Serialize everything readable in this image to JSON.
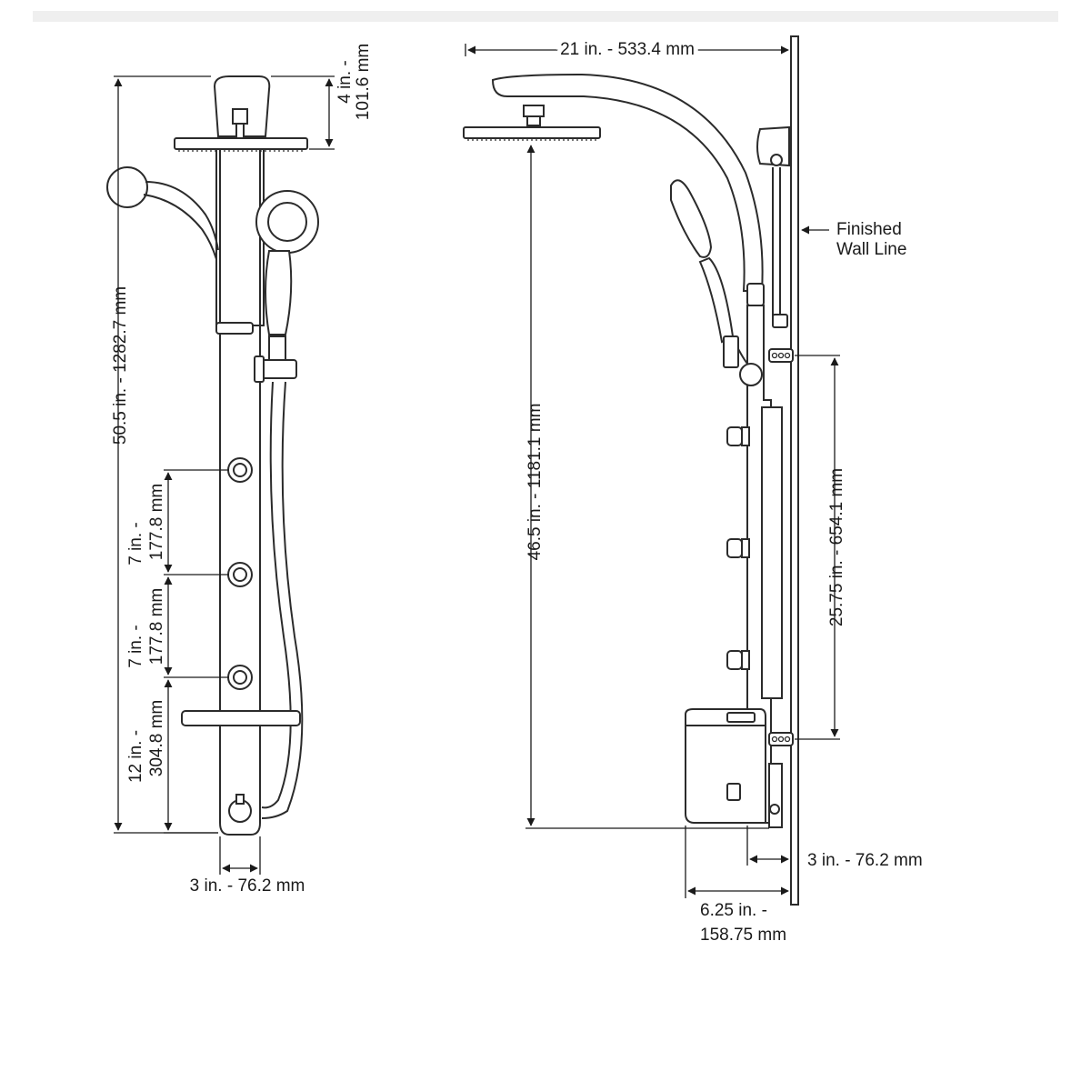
{
  "front_view": {
    "overall_height": {
      "line1": "50.5 in. - 1282.7 mm"
    },
    "head_height": {
      "line1": "4 in. -",
      "line2": "101.6 mm"
    },
    "jet_spacing_1": {
      "line1": "7 in. -",
      "line2": "177.8 mm"
    },
    "jet_spacing_2": {
      "line1": "7 in. -",
      "line2": "177.8 mm"
    },
    "bottom_height": {
      "line1": "12 in. -",
      "line2": "304.8 mm"
    },
    "panel_width": {
      "line1": "3 in. - 76.2 mm"
    }
  },
  "side_view": {
    "arm_reach": {
      "line1": "21 in. - 533.4 mm"
    },
    "head_to_bottom": {
      "line1": "46.5 in. - 1181.1 mm"
    },
    "jet_range": {
      "line1": "25.75 in. - 654.1 mm"
    },
    "panel_depth": {
      "line1": "3 in. - 76.2 mm"
    },
    "total_depth": {
      "line1": "6.25 in. -",
      "line2": "158.75 mm"
    },
    "wall_label": {
      "line1": "Finished",
      "line2": "Wall Line"
    }
  }
}
